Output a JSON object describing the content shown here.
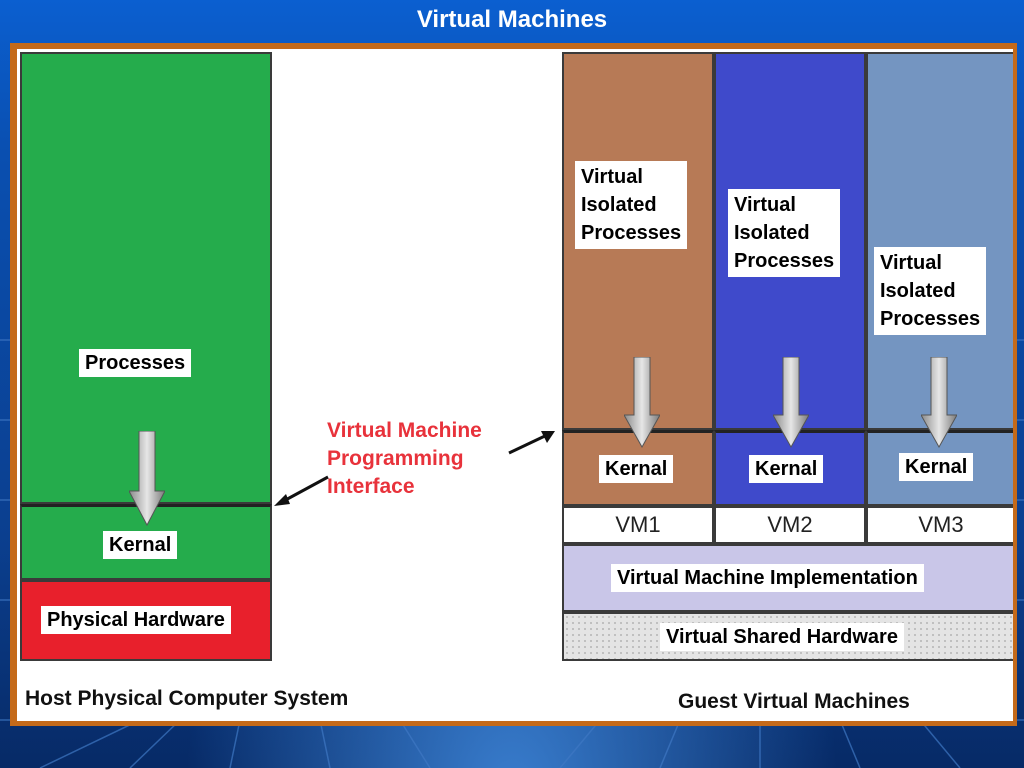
{
  "title": "Virtual Machines",
  "host": {
    "processes": "Processes",
    "kernel": "Kernal",
    "hardware": "Physical Hardware",
    "caption": "Host Physical Computer System"
  },
  "interface": {
    "line1": "Virtual Machine",
    "line2": "Programming",
    "line3": "Interface"
  },
  "guest": {
    "vms": [
      {
        "name": "VM1",
        "proc1": "Virtual",
        "proc2": "Isolated",
        "proc3": "Processes",
        "kernel": "Kernal",
        "color": "#b77a56"
      },
      {
        "name": "VM2",
        "proc1": "Virtual",
        "proc2": "Isolated",
        "proc3": "Processes",
        "kernel": "Kernal",
        "color": "#3f4acb"
      },
      {
        "name": "VM3",
        "proc1": "Virtual",
        "proc2": "Isolated",
        "proc3": "Processes",
        "kernel": "Kernal",
        "color": "#7495c1"
      }
    ],
    "implementation": "Virtual Machine  Implementation",
    "shared_hardware": "Virtual  Shared Hardware",
    "caption": "Guest Virtual Machines"
  },
  "colors": {
    "host_green": "#25ac4c",
    "hardware_red": "#e8202c",
    "impl_lavender": "#c9c6e8",
    "frame_orange": "#c46a1a"
  }
}
